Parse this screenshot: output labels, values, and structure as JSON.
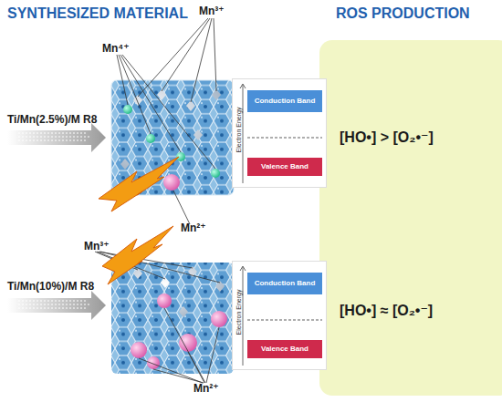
{
  "diagram": {
    "nodes": [
      {
        "text": [
          "Electron Energy"
        ]
      },
      {
        "text": [
          "Conduction Band"
        ],
        "in": 0
      },
      {
        "text": [
          "Valence Band"
        ],
        "in": 0
      },
      {
        "text": [
          "Electron Energy"
        ]
      },
      {
        "text": [
          "Conduction Band"
        ],
        "in": 3
      },
      {
        "text": [
          "Valence Band"
        ],
        "in": 3
      }
    ],
    "labels": [
      "SYNTHESIZED MATERIAL",
      "ROS PRODUCTION",
      "Ti/Mn(2.5%)/M R8",
      "Mn³⁺",
      "Mn⁴⁺",
      "Mn²⁺",
      "[HO•] > [O₂•⁻]",
      "Ti/Mn(10%)/M R8",
      "Mn³⁺",
      "Mn²⁺",
      "[HO•] ≈ [O₂•⁻]"
    ]
  }
}
